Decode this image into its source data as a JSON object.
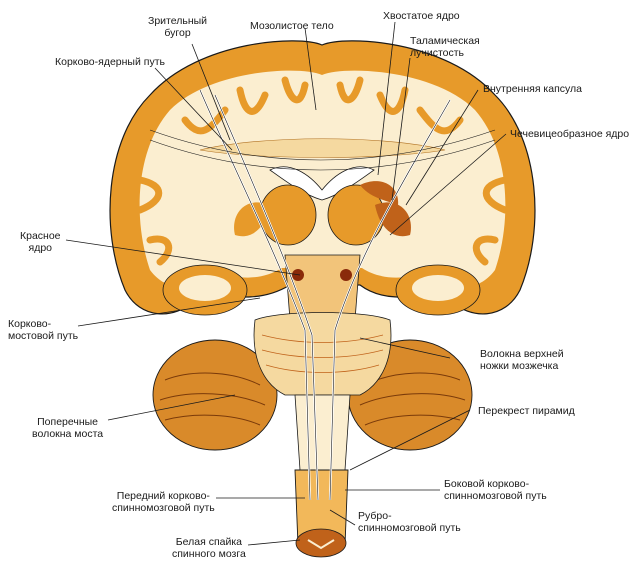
{
  "colors": {
    "gray_matter": "#e79a2a",
    "gray_matter_light": "#f2b85a",
    "white_matter": "#fbeed0",
    "deep_nuclei": "#c0621a",
    "dark_nuclei": "#8a2a0a",
    "tract": "#ffffff",
    "outline": "#1a1a1a"
  },
  "labels": {
    "thalamus": [
      "Зрительный",
      "бугор"
    ],
    "corpus_callosum": "Мозолистое тело",
    "caudate": "Хвостатое ядро",
    "thalamic_radiation": [
      "Таламическая",
      "лучистость"
    ],
    "corticonuclear": "Корково-ядерный путь",
    "internal_capsule": "Внутренняя капсула",
    "lentiform": "Чечевицеобразное ядро",
    "red_nucleus": [
      "Красное",
      "ядро"
    ],
    "corticopontine": [
      "Корково-",
      "мостовой путь"
    ],
    "sup_peduncle": [
      "Волокна верхней",
      "ножки мозжечка"
    ],
    "pons_fibers": [
      "Поперечные",
      "волокна моста"
    ],
    "pyramid_decussation": "Перекрест пирамид",
    "lateral_cst": [
      "Боковой корково-",
      "спинномозговой путь"
    ],
    "anterior_cst": [
      "Передний корково-",
      "спинномозговой путь"
    ],
    "rubrospinal": [
      "Рубро-",
      "спинномозговой путь"
    ],
    "white_commissure": [
      "Белая спайка",
      "спинного мозга"
    ]
  }
}
